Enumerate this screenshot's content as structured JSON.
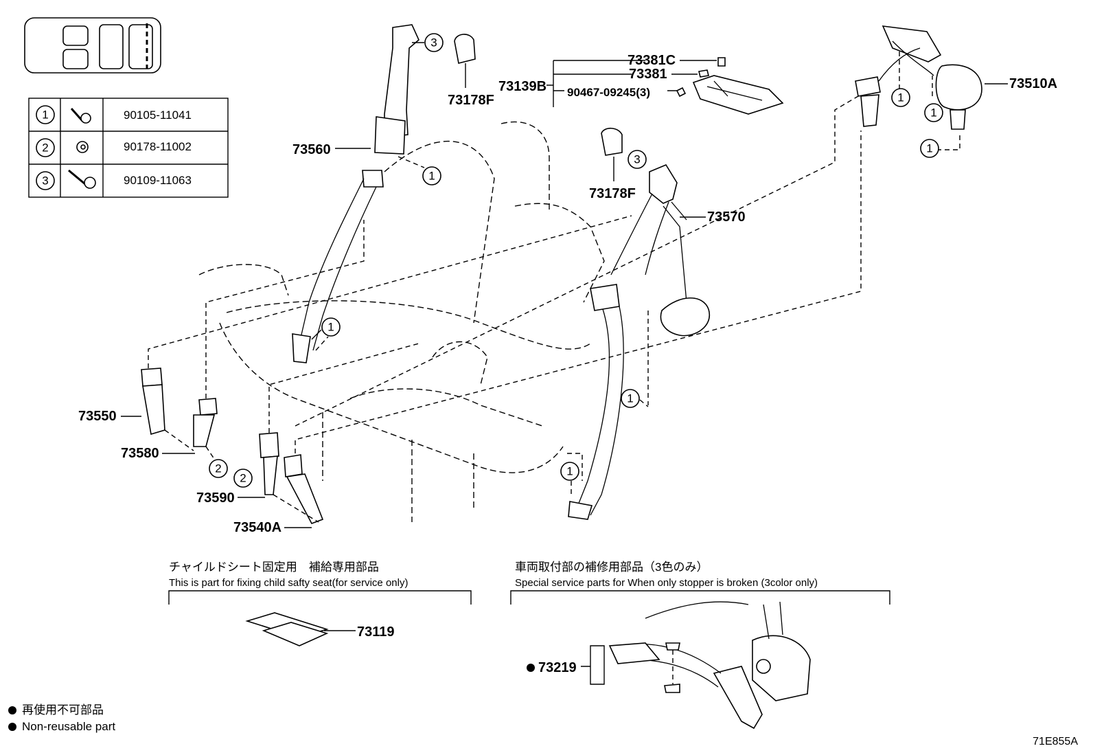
{
  "legend": [
    {
      "num": "1",
      "icon": "bolt-icon",
      "part": "90105-11041"
    },
    {
      "num": "2",
      "icon": "nut-icon",
      "part": "90178-11002"
    },
    {
      "num": "3",
      "icon": "shoulder-bolt-icon",
      "part": "90109-11063"
    }
  ],
  "labels": {
    "p73560": "73560",
    "p73178F_a": "73178F",
    "p73178F_b": "73178F",
    "p73139B": "73139B",
    "p73381C": "73381C",
    "p73381": "73381",
    "p90467": "90467-09245(3)",
    "p73510A": "73510A",
    "p73570": "73570",
    "p73550": "73550",
    "p73580": "73580",
    "p73590": "73590",
    "p73540A": "73540A",
    "p73119": "73119",
    "p73219": "73219"
  },
  "callouts": {
    "one": "1",
    "two": "2",
    "three": "3"
  },
  "section_child_seat": {
    "jp": "チャイルドシート固定用　補給専用部品",
    "en": "This is part for fixing child safty seat(for service only)"
  },
  "section_stopper": {
    "jp": "車両取付部の補修用部品（3色のみ）",
    "en": "Special service parts for When only stopper is broken (3color only)"
  },
  "notes": {
    "jp": "再使用不可部品",
    "en": "Non-reusable part"
  },
  "figure_id": "71E855A"
}
